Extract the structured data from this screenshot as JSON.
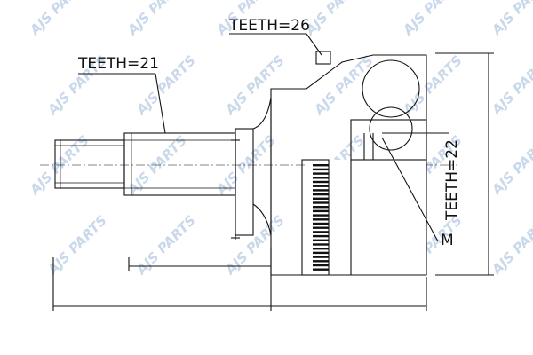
{
  "watermark": {
    "brand": "AJS",
    "suffix": "PARTS"
  },
  "labels": {
    "teeth_outer": "TEETH=26",
    "teeth_shaft": "TEETH=21",
    "teeth_inner": "TEETH=22",
    "m": "M"
  },
  "colors": {
    "line": "#111111",
    "watermark": "#c9d8ea",
    "background": "#ffffff"
  }
}
